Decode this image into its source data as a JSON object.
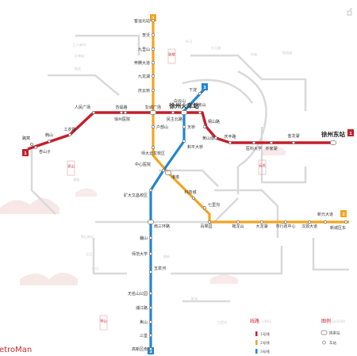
{
  "colors": {
    "line1": "#c41f2b",
    "line2": "#f2a51f",
    "line3": "#2485cd",
    "future": "#d9d9d9",
    "hill": "#e7c6c6"
  },
  "line_numbers": {
    "line1": "1",
    "line2": "2",
    "line3": "3"
  },
  "stations": {
    "kezhanbei": "客运北站",
    "lipu": "李沃",
    "jiulishan": "九里山",
    "jingzhuandadao": "奔腾大道",
    "jiulongqiao": "九龙湖",
    "qingyunqiao": "庆云桥",
    "xiadian": "下淀",
    "baiyunshan": "白云山",
    "renminguangchang": "人民广场",
    "sujiadian": "苏堤路",
    "xinchengbei": "彭城广场",
    "xuzhou_station": "徐州火车站",
    "zifangshan": "子房山",
    "gongnonglu": "工农路",
    "xuzhoumuseum": "徐州医院",
    "minzhubeilu": "民主北路",
    "tongshanlu": "铜山路",
    "hanlin": "韩山",
    "luwo": "路窝",
    "xingshanzi": "杏山子",
    "hukoulu": "户部山",
    "tianqiao": "天桥",
    "huangshanlong": "黄山垅",
    "qingfenglu": "庆丰路",
    "huangshan": "医科大学",
    "qiaojiahu": "乔家湖",
    "jinlonghu": "金龙湖",
    "xuzhoudong": "徐州东站",
    "shida": "师大云龙校区",
    "hepingdaqiao": "和平大桥",
    "zhongxinyiyuan": "中心医院",
    "xiashi": "淮塔",
    "kuangda": "矿大文昌校区",
    "kejicheng": "科技城",
    "qilishan": "七里沟",
    "baiguoyuan": "百果园",
    "nansanhuan": "南三环路",
    "tuolongshan": "拖龙山",
    "dalonghu": "大龙湖",
    "shizhengfu": "市行政中心",
    "hanyuan": "汉源大道",
    "xinyuan": "新元大道",
    "xinchengqu": "新城区东",
    "panshan": "蟠山",
    "shifandaxue": "师范大学",
    "yuquanhe": "玉泉河",
    "wuyishan": "无名山公园",
    "putian": "浦江路",
    "yanshan": "焦山",
    "sanjian": "三堡",
    "gaoxinqu": "高新区南"
  },
  "faint_labels": [
    "工人新村",
    "丰储站",
    "城北",
    "夹河",
    "大马路",
    "东坡",
    "桃园路",
    "潘塘",
    "铜山新区",
    "汉王",
    "柳新",
    "三堡东",
    "拾屯",
    "棠张"
  ],
  "area_boxes": {
    "a": "鼓楼",
    "b": "泉山",
    "c": "云龙",
    "d": "铜山"
  },
  "legend": {
    "lines_title": "线路",
    "lines_title_en": "LINES",
    "line1_label": "1号线",
    "line2_label": "2号线",
    "line3_label": "3号线",
    "icons_title": "图例",
    "icons_title_en": "LEGEND",
    "transfer_label": "换乘站",
    "station_label": "车站"
  },
  "brand": "etroMan"
}
